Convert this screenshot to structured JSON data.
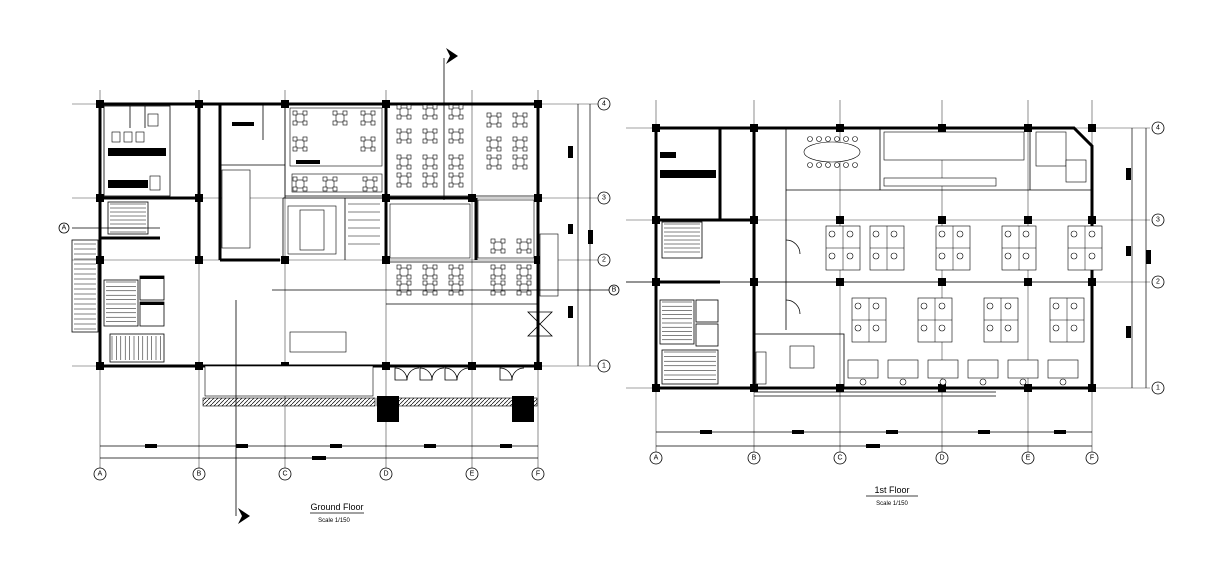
{
  "plans": [
    {
      "title": "Ground Floor",
      "scale": "Scale 1/150",
      "column_grid_labels": [
        "A",
        "B",
        "C",
        "D",
        "E",
        "F"
      ],
      "row_grid_labels": [
        "4",
        "3",
        "2",
        "1"
      ]
    },
    {
      "title": "1st Floor",
      "scale": "Scale 1/150",
      "column_grid_labels": [
        "A",
        "B",
        "C",
        "D",
        "E",
        "F"
      ],
      "row_grid_labels": [
        "4",
        "3",
        "2",
        "1"
      ]
    }
  ],
  "section_markers": [
    "A",
    "B"
  ]
}
